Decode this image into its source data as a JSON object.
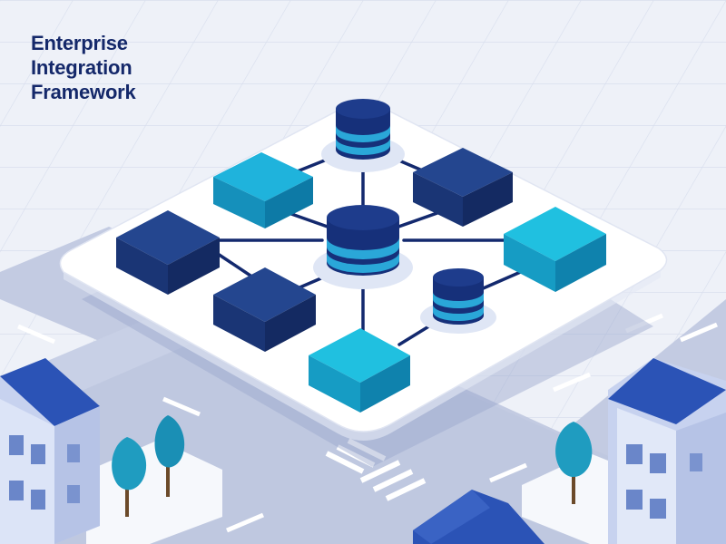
{
  "heading": {
    "line1": "Enterprise",
    "line2": "Integration",
    "line3": "Framework"
  },
  "palette": {
    "background": "#eef1f8",
    "title": "#14286a",
    "navy_block": "#1f3e96",
    "cyan_block": "#14a8d2",
    "database": "#16307a",
    "database_band": "#2aa7d8",
    "platform": "#ffffff",
    "road": "#b8c2dc",
    "tree": "#1f9cc0"
  },
  "icons": [
    "database-icon",
    "server-block-icon",
    "house-icon",
    "tree-icon"
  ]
}
